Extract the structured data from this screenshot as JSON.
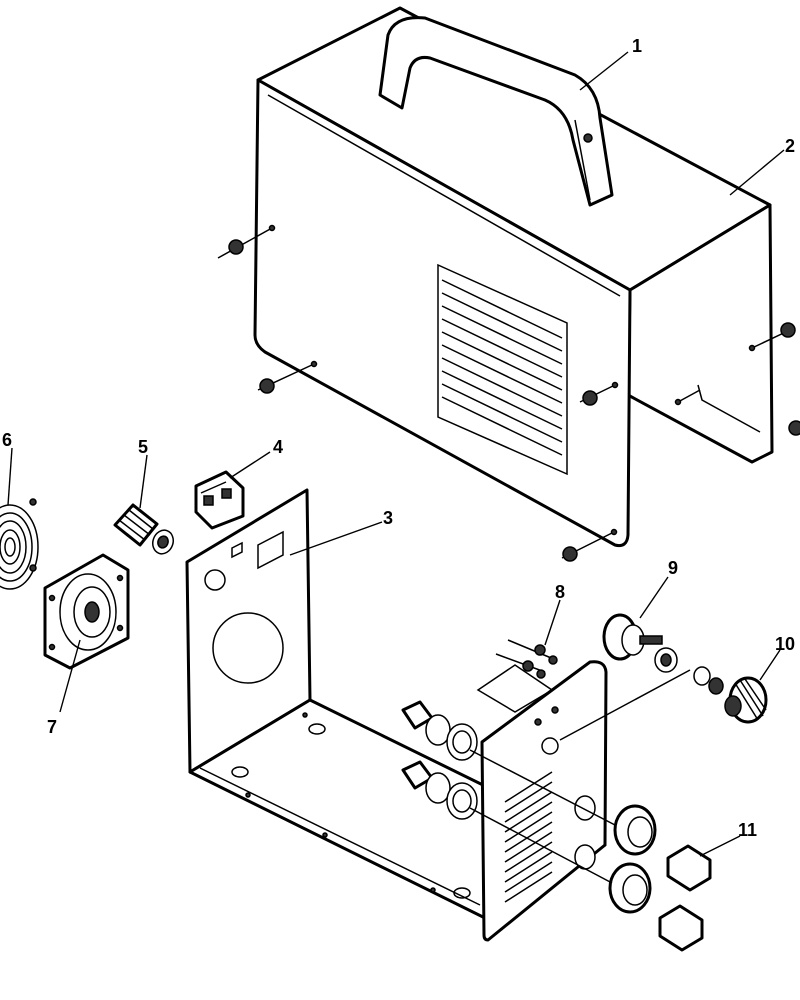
{
  "callouts": [
    {
      "id": "1",
      "label": "1"
    },
    {
      "id": "2",
      "label": "2"
    },
    {
      "id": "3",
      "label": "3"
    },
    {
      "id": "4",
      "label": "4"
    },
    {
      "id": "5",
      "label": "5"
    },
    {
      "id": "6",
      "label": "6"
    },
    {
      "id": "7",
      "label": "7"
    },
    {
      "id": "8",
      "label": "8"
    },
    {
      "id": "9",
      "label": "9"
    },
    {
      "id": "10",
      "label": "10"
    },
    {
      "id": "11",
      "label": "11"
    }
  ],
  "parts": {
    "1": "handle",
    "2": "cover",
    "3": "chassis",
    "4": "power-switch",
    "5": "cable-gland",
    "6": "fan-guard",
    "7": "cooling-fan",
    "8": "terminal-screws",
    "9": "potentiometer",
    "10": "knob",
    "11": "output-connectors"
  }
}
